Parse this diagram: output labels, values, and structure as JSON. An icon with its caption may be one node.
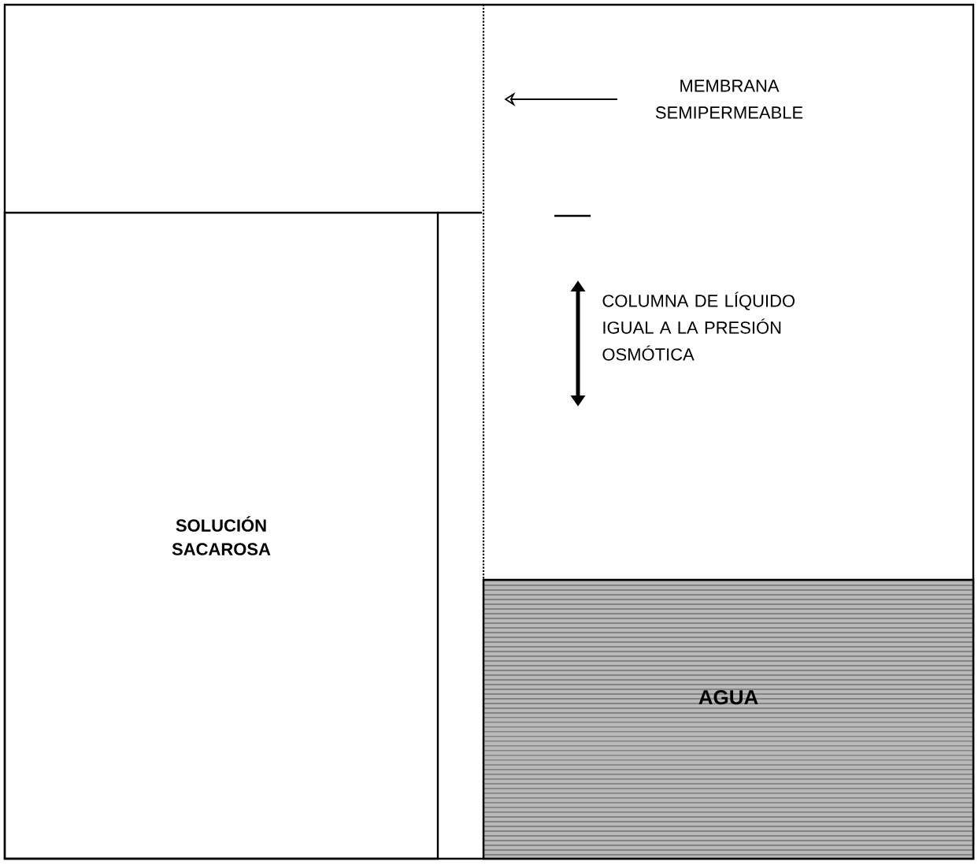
{
  "diagram": {
    "nodes": [
      {
        "text": [
          "SOLUCIÓN SACAROSA"
        ]
      },
      {
        "text": [
          "AGUA"
        ]
      },
      {
        "text": [
          "MEMBRANA SEMIPERMEABLE"
        ]
      },
      {
        "text": [],
        "shape": "bar"
      }
    ],
    "edges": [
      {
        "from": 2,
        "to": 3,
        "arrow": "to"
      }
    ],
    "labels": [
      "COLUMNA DE LÍQUIDO IGUAL A LA PRESIÓN OSMÓTICA"
    ]
  }
}
